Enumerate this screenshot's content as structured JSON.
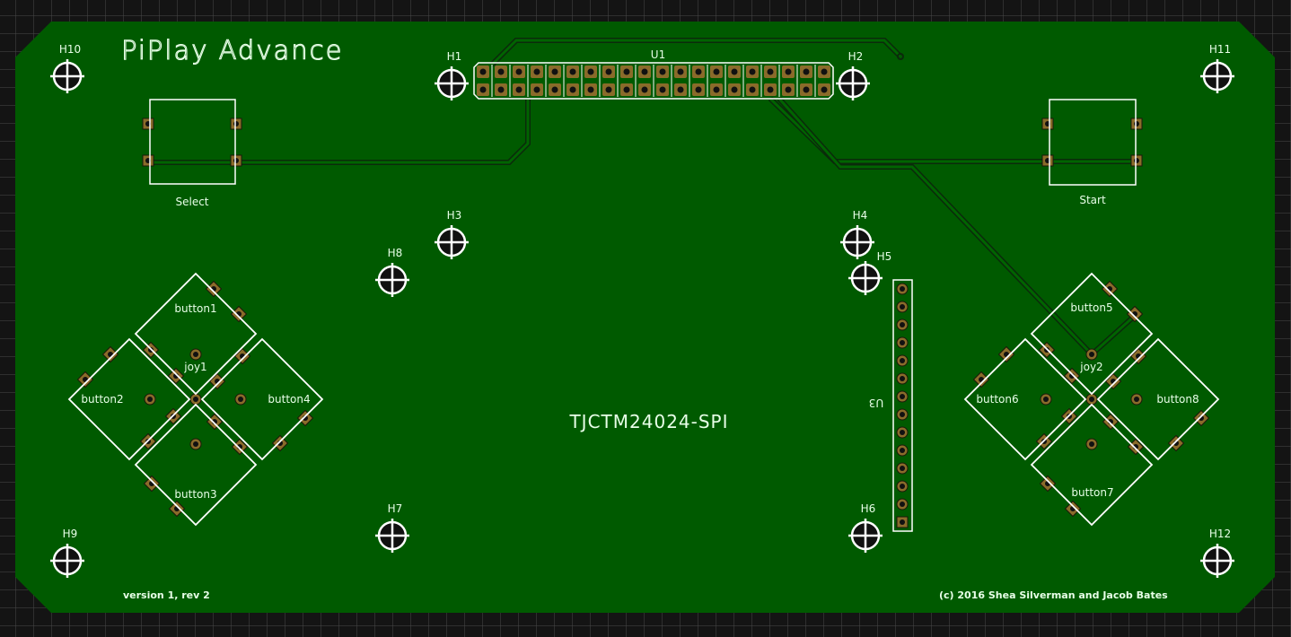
{
  "board": {
    "title": "PiPlay Advance",
    "lcd_label": "TJCTM24024-SPI",
    "version": "version 1, rev 2",
    "copyright": "(c) 2016 Shea Silverman and Jacob Bates",
    "colors": {
      "board": "#005a00",
      "background": "#141414",
      "silkscreen": "#ffffff",
      "pad": "#8a6b2a",
      "trace_outline": "#0b2a0b"
    }
  },
  "holes": [
    "H1",
    "H2",
    "H3",
    "H4",
    "H5",
    "H6",
    "H7",
    "H8",
    "H9",
    "H10",
    "H11",
    "H12"
  ],
  "components": {
    "u1": "U1",
    "u3": "U3",
    "select": "Select",
    "start": "Start",
    "joy1": "joy1",
    "joy2": "joy2",
    "buttons": [
      "button1",
      "button2",
      "button3",
      "button4",
      "button5",
      "button6",
      "button7",
      "button8"
    ]
  }
}
